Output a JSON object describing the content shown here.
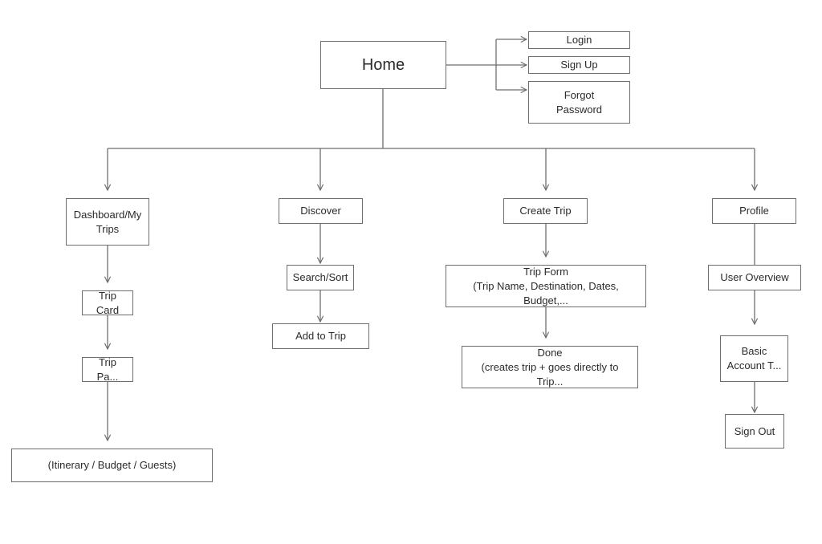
{
  "nodes": {
    "home": "Home",
    "login": "Login",
    "signup": "Sign Up",
    "forgot": [
      "Forgot",
      "Password"
    ],
    "dashboard": [
      "Dashboard/My",
      "Trips"
    ],
    "trip_card": "Trip Card",
    "trip_page": "Trip Pa...",
    "itinerary": "(Itinerary / Budget / Guests)",
    "discover": "Discover",
    "search_sort": "Search/Sort",
    "add_to_trip": "Add to Trip",
    "create_trip": "Create Trip",
    "trip_form": [
      "Trip Form",
      "(Trip Name, Destination, Dates, Budget,..."
    ],
    "done": [
      "Done",
      "(creates trip + goes directly to Trip..."
    ],
    "profile": "Profile",
    "user_overview": "User Overview",
    "basic_account": [
      "Basic",
      "Account T..."
    ],
    "sign_out": "Sign Out"
  }
}
